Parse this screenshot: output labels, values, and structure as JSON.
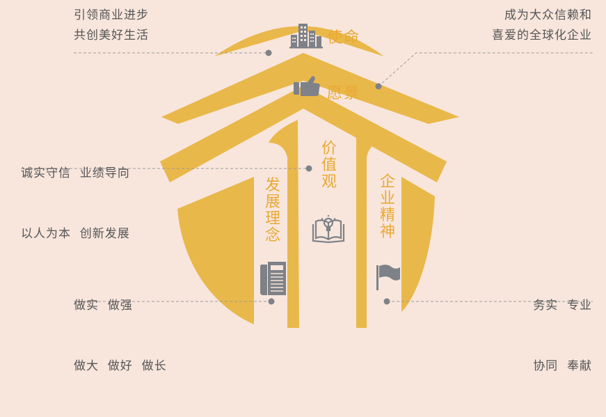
{
  "colors": {
    "background": "#f8e6dd",
    "accent": "#e9b84a",
    "label_text": "#e9a933",
    "icon": "#7e8288",
    "note_text": "#555555",
    "leader_line": "#9a9a9a"
  },
  "layers": {
    "mission": {
      "label": "使命",
      "icon": "city-buildings-icon"
    },
    "vision": {
      "label": "愿景",
      "icon": "thumbs-up-icon"
    },
    "values": {
      "label": "价值观",
      "icon": "book-lightbulb-icon"
    },
    "development": {
      "label": "发展理念",
      "icon": "newspaper-icon"
    },
    "spirit": {
      "label": "企业精神",
      "icon": "flag-icon"
    }
  },
  "notes": {
    "mission": {
      "line1": "引领商业进步",
      "line2": "共创美好生活"
    },
    "vision": {
      "line1": "成为大众信赖和",
      "line2": "喜爱的全球化企业"
    },
    "values": {
      "line1": "诚实守信  业绩导向",
      "line2": "以人为本  创新发展"
    },
    "development": {
      "line1": "做实  做强",
      "line2": "做大  做好  做长"
    },
    "spirit": {
      "line1": "务实  专业",
      "line2": "协同  奉献"
    }
  }
}
